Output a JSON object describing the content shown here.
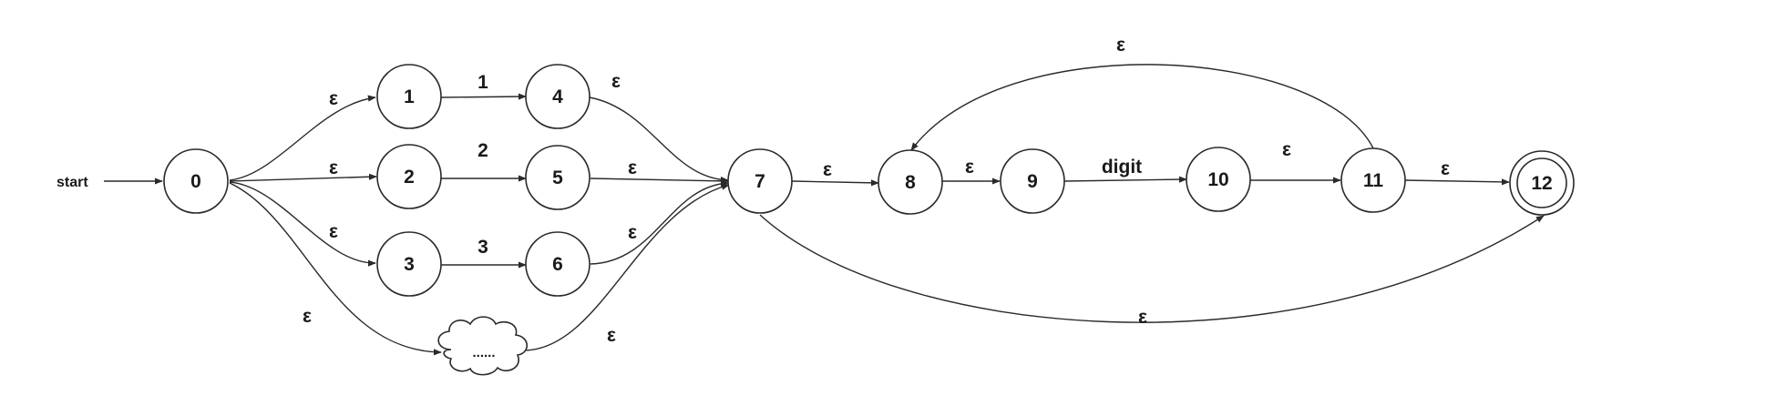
{
  "start_label": "start",
  "states": {
    "s0": "0",
    "s1": "1",
    "s2": "2",
    "s3": "3",
    "s4": "4",
    "s5": "5",
    "s6": "6",
    "s7": "7",
    "s8": "8",
    "s9": "9",
    "s10": "10",
    "s11": "11",
    "s12": "12"
  },
  "cloud_label": "......",
  "accepting_state": "12",
  "edge_labels": {
    "e0_1": "ε",
    "e0_2": "ε",
    "e0_3": "ε",
    "e0_cloud": "ε",
    "e1_4": "1",
    "e2_5": "2",
    "e3_6": "3",
    "e4_7": "ε",
    "e5_7": "ε",
    "e6_7": "ε",
    "ecloud_7": "ε",
    "e7_8": "ε",
    "e8_9": "ε",
    "e9_10": "digit",
    "e10_11": "ε",
    "e11_12": "ε",
    "e11_8": "ε",
    "e7_12": "ε"
  }
}
